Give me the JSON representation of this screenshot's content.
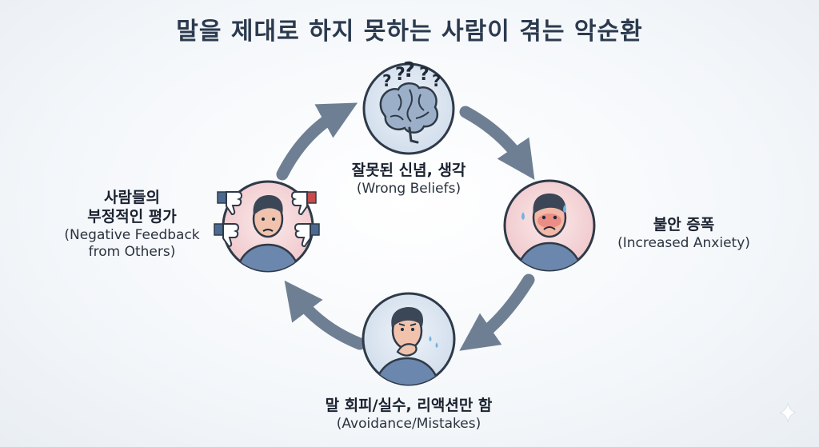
{
  "title": "말을 제대로 하지 못하는 사람이 겪는 악순환",
  "nodes": [
    {
      "ko": "잘못된 신념, 생각",
      "en": "(Wrong Beliefs)",
      "icon": "brain-icon",
      "question_marks": [
        "?",
        "?",
        "?",
        "?",
        "?"
      ]
    },
    {
      "ko": "불안 증폭",
      "en": "(Increased Anxiety)",
      "icon": "anxious-person-icon"
    },
    {
      "ko": "말 회피/실수, 리액션만 함",
      "en": "(Avoidance/Mistakes)",
      "icon": "hesitant-person-icon"
    },
    {
      "ko_lines": [
        "사람들의",
        "부정적인 평가"
      ],
      "en_lines": [
        "(Negative Feedback",
        "from Others)"
      ],
      "icon": "thumbs-down-person-icon"
    }
  ],
  "colors": {
    "arrow": "#6f7f93",
    "circle_border": "#2f3a48",
    "pink_fill": "#f3d3d6",
    "blue_fill": "#dbe6f2",
    "shirt": "#6b87ad"
  }
}
